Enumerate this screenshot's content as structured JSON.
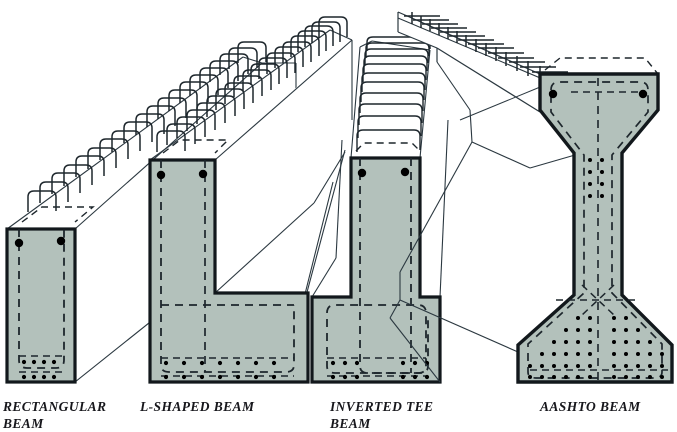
{
  "figure": {
    "title": "Precast prestressed concrete beam cross-section types",
    "background_color": "#ffffff",
    "concrete_fill_color": "#b3c1bb",
    "outline_color": "#12181c",
    "thin_line_color": "#2b3840",
    "rebar_dot_color": "#000000"
  },
  "labels": {
    "rectangular": "RECTANGULAR\nBEAM",
    "l_shaped": "L-SHAPED BEAM",
    "inverted_tee": "INVERTED TEE\nBEAM",
    "aashto": "AASHTO BEAM",
    "rectangular_line1": "RECTANGULAR",
    "rectangular_line2": "BEAM",
    "l_shaped_line1": "L-SHAPED BEAM",
    "inverted_tee_line1": "INVERTED TEE",
    "inverted_tee_line2": "BEAM",
    "aashto_line1": "AASHTO BEAM"
  },
  "beams": [
    {
      "id": "rectangular-beam",
      "name": "RECTANGULAR BEAM",
      "section_shape": "rectangle",
      "stirrup_style": "open-u-hook",
      "stirrup_count": 18,
      "top_rebar_dots": 2,
      "bottom_strand_rows": 2,
      "bottom_strand_per_row": 4
    },
    {
      "id": "l-shaped-beam",
      "name": "L-SHAPED BEAM",
      "section_shape": "L",
      "stirrup_style": "open-u-hook",
      "stirrup_count": 20,
      "top_rebar_dots": 2,
      "bottom_strand_rows": 2,
      "bottom_strand_per_row": 7
    },
    {
      "id": "inverted-tee-beam",
      "name": "INVERTED TEE BEAM",
      "section_shape": "inverted-T",
      "stirrup_style": "closed-loop",
      "stirrup_count": 17,
      "top_rebar_dots": 2,
      "bottom_strand_rows": 2,
      "bottom_strand_per_row": 6
    },
    {
      "id": "aashto-beam",
      "name": "AASHTO BEAM",
      "section_shape": "I-girder-bulb",
      "stirrup_style": "straight-projecting-bar",
      "stirrup_count": 22,
      "top_rebar_dots": 2,
      "web_strand_dots": 12,
      "bottom_strand_rows": 6
    }
  ]
}
